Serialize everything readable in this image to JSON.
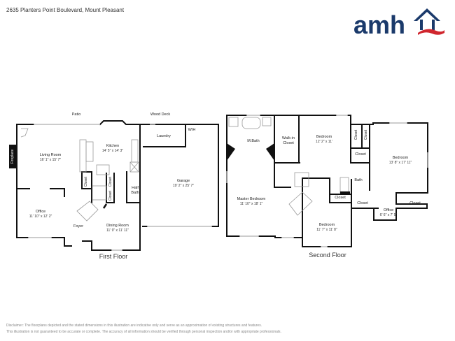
{
  "header": {
    "address": "2635 Planters Point Boulevard, Mount Pleasant",
    "logo_text": "amh",
    "logo_colors": {
      "navy": "#1b3a6b",
      "red": "#d0262e"
    }
  },
  "first_floor": {
    "title": "First Floor",
    "exterior_labels": {
      "patio": "Patio",
      "wood_deck": "Wood Deck",
      "fireplace": "Fireplace",
      "water_heater": "W/H"
    },
    "rooms": [
      {
        "name": "Living Room",
        "dimensions": "16' 1\" x 15' 7\""
      },
      {
        "name": "Kitchen",
        "dimensions": "14' 5\" x 14' 3\""
      },
      {
        "name": "Laundry",
        "dimensions": ""
      },
      {
        "name": "Garage",
        "dimensions": "19' 2\" x 25' 7\""
      },
      {
        "name": "Office",
        "dimensions": "11' 10\" x 12' 2\""
      },
      {
        "name": "Foyer",
        "dimensions": ""
      },
      {
        "name": "Dining Room",
        "dimensions": "11' 9\" x 11' 11\""
      },
      {
        "name": "Half Bath",
        "dimensions": ""
      },
      {
        "name": "Closet",
        "dimensions": ""
      },
      {
        "name": "Closet",
        "dimensions": ""
      },
      {
        "name": "Closet",
        "dimensions": ""
      }
    ]
  },
  "second_floor": {
    "title": "Second Floor",
    "rooms": [
      {
        "name": "M.Bath",
        "dimensions": ""
      },
      {
        "name": "Walk-in Closet",
        "dimensions": ""
      },
      {
        "name": "Bedroom",
        "dimensions": "12' 2\" x 11'"
      },
      {
        "name": "Bedroom",
        "dimensions": "13' 8\" x 17' 11\""
      },
      {
        "name": "Master Bedroom",
        "dimensions": "11' 10\" x 18' 1\""
      },
      {
        "name": "Bath",
        "dimensions": ""
      },
      {
        "name": "Bedroom",
        "dimensions": "11' 7\" x 11' 8\""
      },
      {
        "name": "Office",
        "dimensions": "6' 6\" x 7' 5\""
      },
      {
        "name": "Closet",
        "dimensions": ""
      },
      {
        "name": "Closet",
        "dimensions": ""
      },
      {
        "name": "Closet",
        "dimensions": ""
      },
      {
        "name": "Closet",
        "dimensions": ""
      },
      {
        "name": "Closet",
        "dimensions": ""
      },
      {
        "name": "Closet",
        "dimensions": ""
      }
    ]
  },
  "footer": {
    "disclaimer_line1": "Disclaimer: The floorplans depicted and the stated dimensions in this illustration are indicative only and serve as an approximation of existing structures and features.",
    "disclaimer_line2": "This illustration is not guaranteed to be accurate or complete. The accuracy of all information should be verified through personal inspection and/or with appropriate professionals."
  }
}
